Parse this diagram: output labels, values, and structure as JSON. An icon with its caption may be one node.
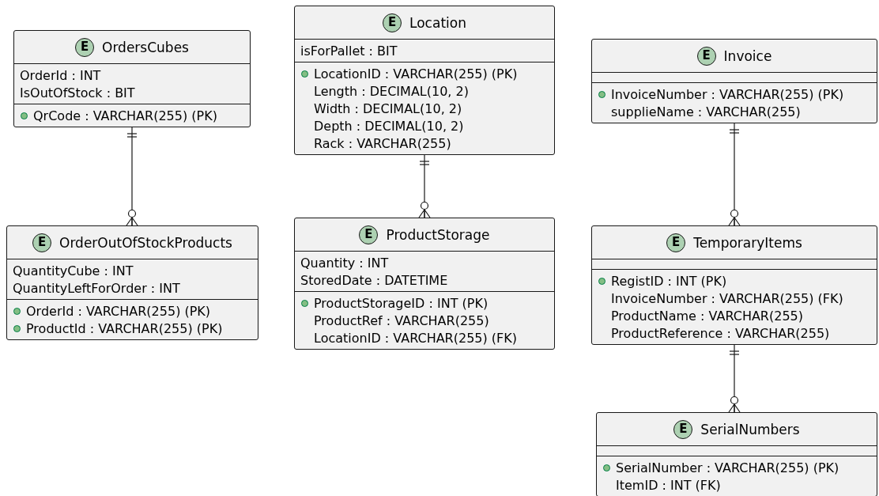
{
  "diagram": {
    "nodes": [
      {
        "text": [
          "E",
          "OrdersCubes",
          "OrderId : INT",
          "IsOutOfStock : BIT",
          "QrCode : VARCHAR(255) (PK)"
        ]
      },
      {
        "text": [
          "E",
          "OrderOutOfStockProducts",
          "QuantityCube : INT",
          "QuantityLeftForOrder : INT",
          "OrderId : VARCHAR(255) (PK)",
          "ProductId : VARCHAR(255) (PK)"
        ]
      },
      {
        "text": [
          "E",
          "Location",
          "isForPallet : BIT",
          "LocationID : VARCHAR(255) (PK)",
          "Length : DECIMAL(10, 2)",
          "Width : DECIMAL(10, 2)",
          "Depth : DECIMAL(10, 2)",
          "Rack : VARCHAR(255)"
        ]
      },
      {
        "text": [
          "E",
          "ProductStorage",
          "Quantity : INT",
          "StoredDate : DATETIME",
          "ProductStorageID : INT (PK)",
          "ProductRef : VARCHAR(255)",
          "LocationID : VARCHAR(255) (FK)"
        ]
      },
      {
        "text": [
          "E",
          "Invoice",
          "InvoiceNumber : VARCHAR(255) (PK)",
          "supplieName : VARCHAR(255)"
        ]
      },
      {
        "text": [
          "E",
          "TemporaryItems",
          "RegistID : INT (PK)",
          "InvoiceNumber : VARCHAR(255) (FK)",
          "ProductName : VARCHAR(255)",
          "ProductReference : VARCHAR(255)"
        ]
      },
      {
        "text": [
          "E",
          "SerialNumbers",
          "SerialNumber : VARCHAR(255) (PK)",
          "ItemID : INT (FK)"
        ]
      }
    ],
    "edges": [
      {
        "from": 0,
        "to": 1,
        "arrow": "other"
      },
      {
        "from": 2,
        "to": 3,
        "arrow": "other"
      },
      {
        "from": 4,
        "to": 5,
        "arrow": "other"
      },
      {
        "from": 5,
        "to": 6,
        "arrow": "other"
      }
    ]
  }
}
